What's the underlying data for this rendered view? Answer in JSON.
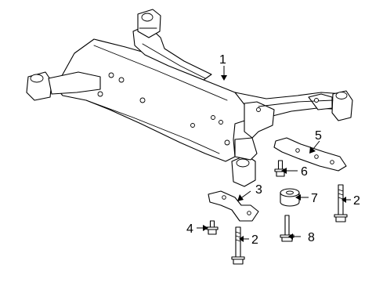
{
  "callouts": [
    {
      "id": "1",
      "label": "1",
      "part": "crossmember"
    },
    {
      "id": "2a",
      "label": "2",
      "part": "bolt-right"
    },
    {
      "id": "2b",
      "label": "2",
      "part": "bolt-bottom"
    },
    {
      "id": "3",
      "label": "3",
      "part": "bracket"
    },
    {
      "id": "4",
      "label": "4",
      "part": "small-bolt"
    },
    {
      "id": "5",
      "label": "5",
      "part": "reinforcement-plate"
    },
    {
      "id": "6",
      "label": "6",
      "part": "flange-bolt"
    },
    {
      "id": "7",
      "label": "7",
      "part": "bushing"
    },
    {
      "id": "8",
      "label": "8",
      "part": "stud-bolt"
    }
  ]
}
